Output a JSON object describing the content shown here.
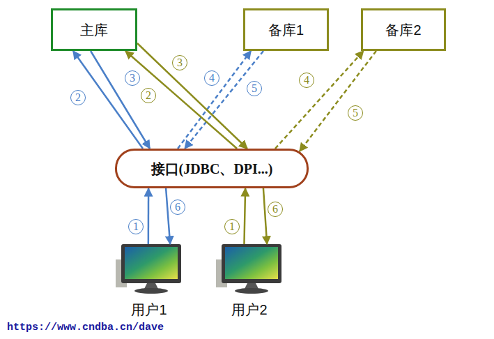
{
  "diagram": {
    "nodes": [
      {
        "text": [
          "主库"
        ]
      },
      {
        "text": [
          "备库1"
        ]
      },
      {
        "text": [
          "备库2"
        ]
      },
      {
        "text": [
          "接口(JDBC、DPI...)"
        ]
      },
      {
        "text": [
          "用户1"
        ]
      },
      {
        "text": [
          "用户2"
        ]
      }
    ],
    "edges": [
      {
        "from": 4,
        "to": 3,
        "arrow": "to",
        "label": "1"
      },
      {
        "from": 3,
        "to": 4,
        "arrow": "to",
        "label": "6"
      },
      {
        "from": 3,
        "to": 0,
        "arrow": "to",
        "label": "2"
      },
      {
        "from": 0,
        "to": 3,
        "arrow": "to",
        "label": "3"
      },
      {
        "from": 3,
        "to": 1,
        "arrow": "to",
        "label": "4"
      },
      {
        "from": 1,
        "to": 3,
        "arrow": "to",
        "label": "5"
      },
      {
        "from": 5,
        "to": 3,
        "arrow": "to",
        "label": "1"
      },
      {
        "from": 3,
        "to": 5,
        "arrow": "to",
        "label": "6"
      },
      {
        "from": 3,
        "to": 0,
        "arrow": "to",
        "label": "2"
      },
      {
        "from": 0,
        "to": 3,
        "arrow": "to",
        "label": "3"
      },
      {
        "from": 3,
        "to": 2,
        "arrow": "to",
        "label": "4"
      },
      {
        "from": 2,
        "to": 3,
        "arrow": "to",
        "label": "5"
      }
    ],
    "labels": [
      "https://www.cndba.cn/dave"
    ]
  }
}
